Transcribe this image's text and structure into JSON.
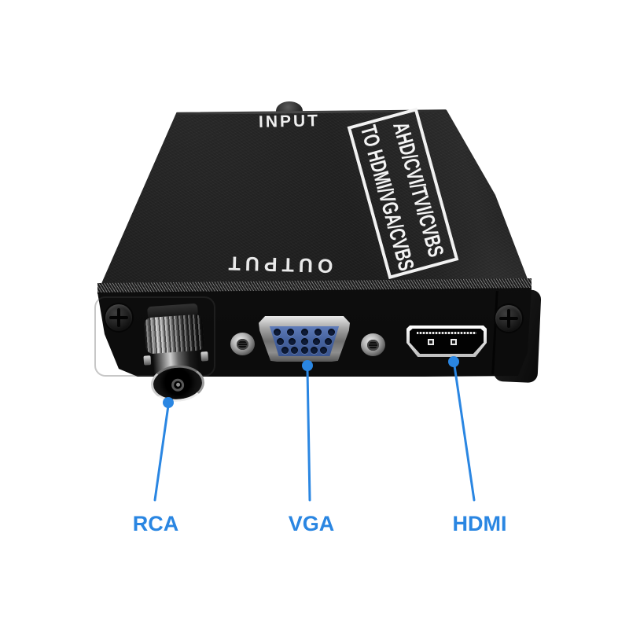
{
  "product": {
    "top_face": {
      "input_label": "INPUT",
      "output_label": "OUTPUT"
    },
    "spec_plate": {
      "line1": "AHD/CVI/TVI/CVBS",
      "line2": "TO HDMI/VGA/CVBS"
    },
    "callouts": [
      {
        "id": "rca",
        "label": "RCA"
      },
      {
        "id": "vga",
        "label": "VGA"
      },
      {
        "id": "hdmi",
        "label": "HDMI"
      }
    ],
    "colors": {
      "accent_blue": "#2a86e2",
      "device_body": "#111111",
      "device_text": "#f2f2f2",
      "vga_insert_blue": "#46639f",
      "background": "#ffffff"
    }
  }
}
